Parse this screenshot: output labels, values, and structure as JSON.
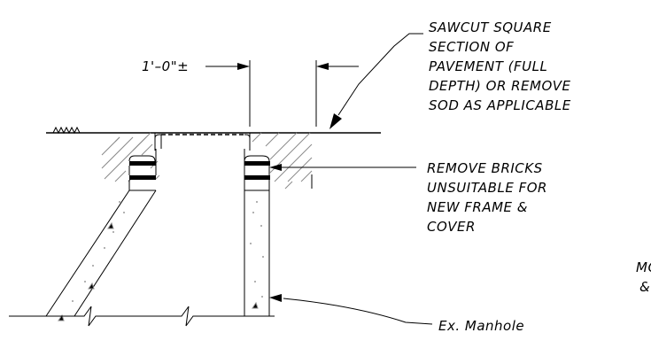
{
  "labels": {
    "dimension": "1'–0\"±",
    "sawcut": [
      "SAWCUT SQUARE",
      "SECTION OF",
      "PAVEMENT (FULL",
      "DEPTH) OR REMOVE",
      "SOD AS APPLICABLE"
    ],
    "bricks": [
      "REMOVE BRICKS",
      "UNSUITABLE FOR",
      "NEW FRAME &",
      "COVER"
    ],
    "manhole": "Ex. Manhole",
    "cutoff": [
      "MO",
      "&"
    ]
  },
  "colors": {
    "line": "#000000",
    "hatch": "#8a8a8a",
    "aggregate": "#9a9a9a"
  }
}
